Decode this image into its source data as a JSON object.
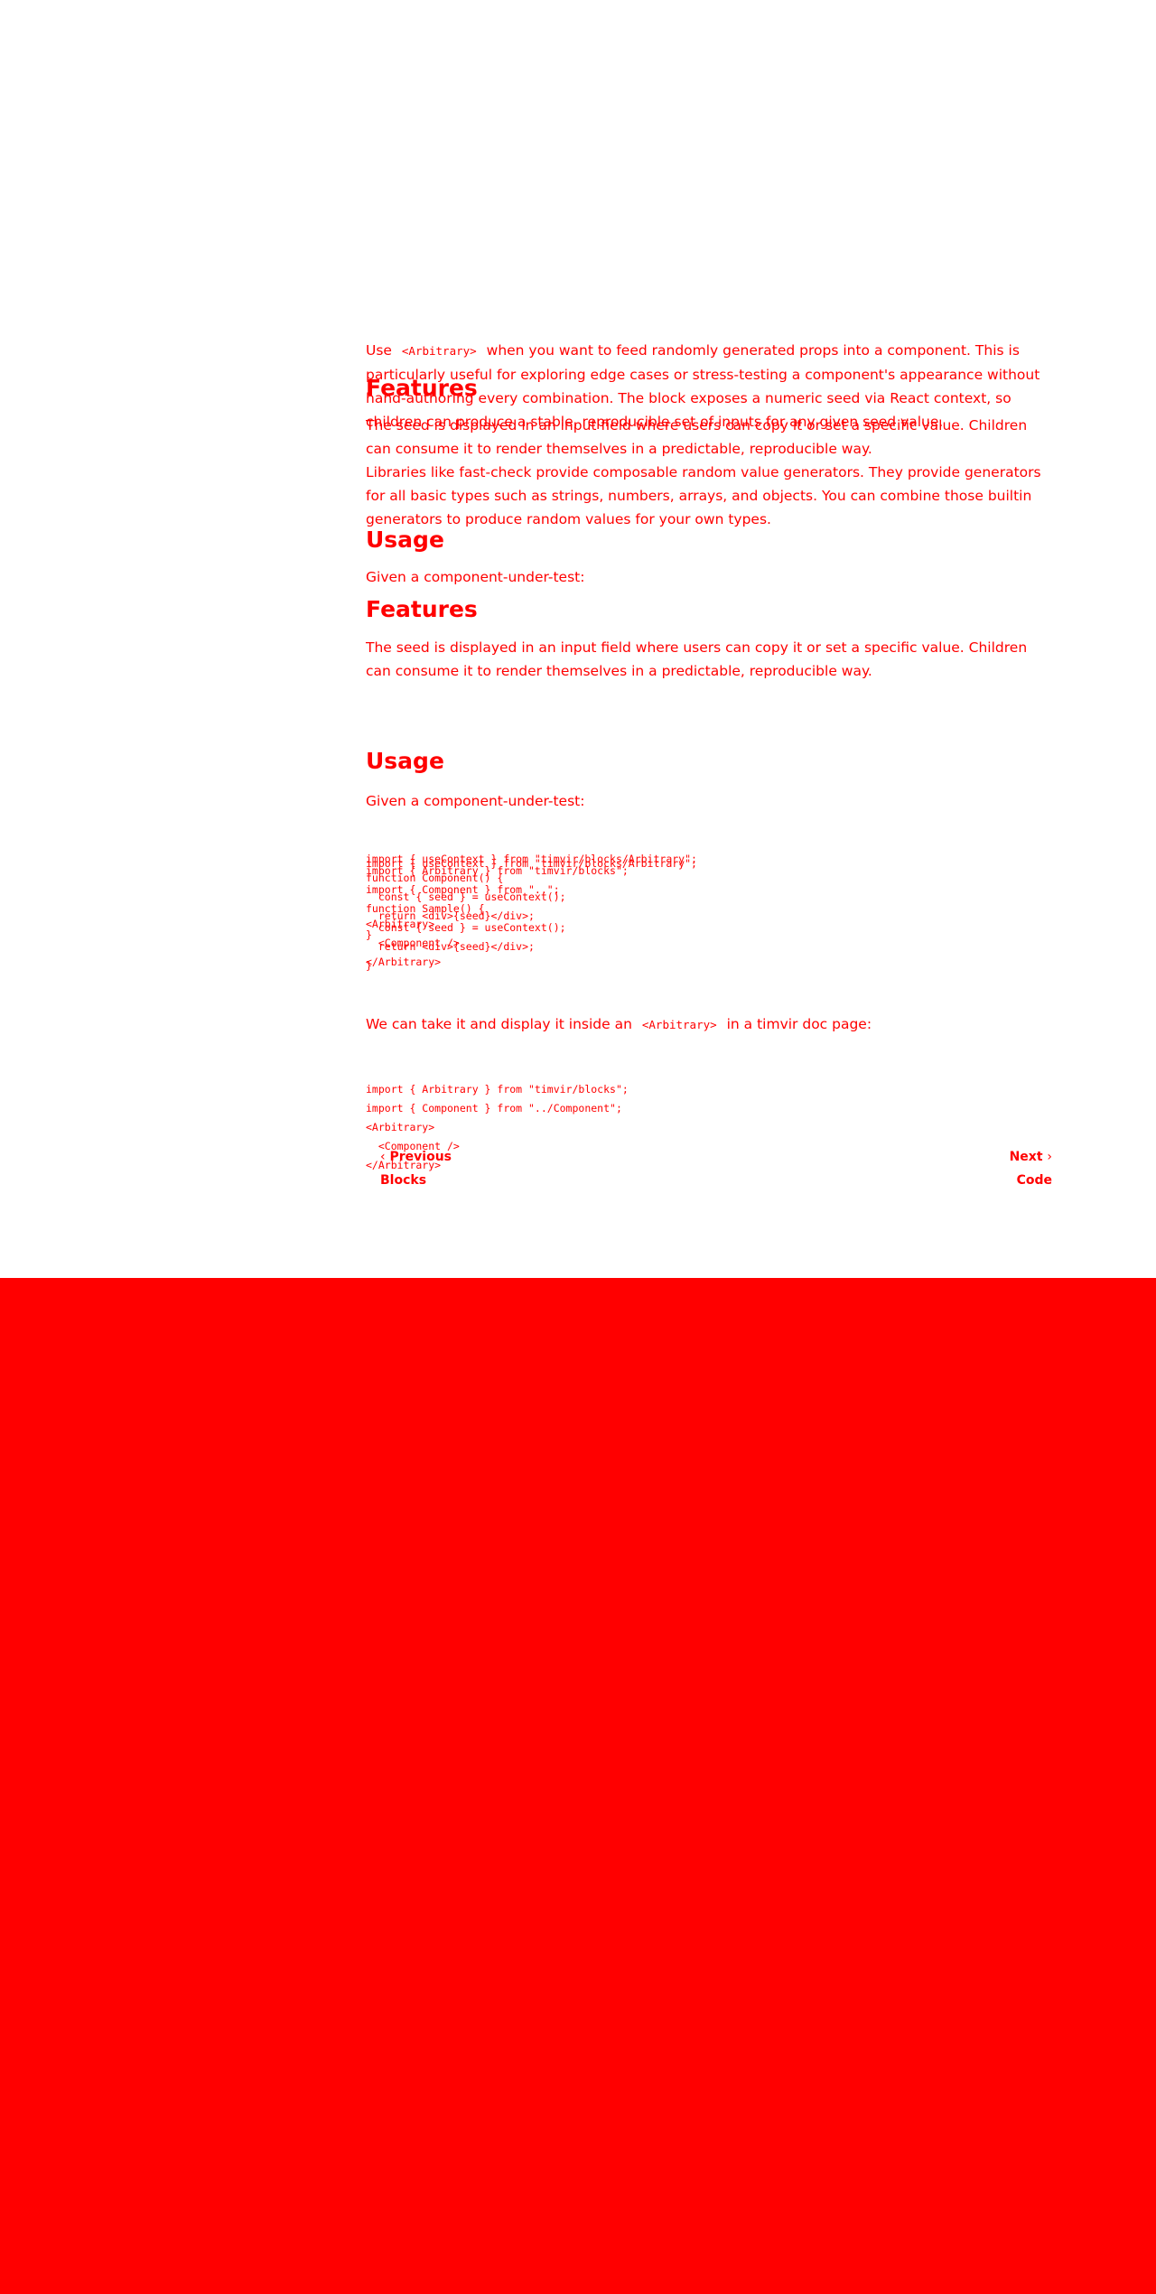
{
  "colors": {
    "text": "#ff0000",
    "background": "#ffffff",
    "band": "#ff0000"
  },
  "intro": {
    "use_word": "Use",
    "component_code": "<Arbitrary>",
    "text": "when you want to feed randomly generated props into a component. This is particularly useful for exploring edge cases or stress-testing a component's appearance without hand-authoring every combination. The block exposes a numeric seed via React context, so children can produce a stable, reproducible set of inputs for any given seed value."
  },
  "overlay": {
    "features_heading": "Features",
    "features_text": "The seed is displayed in an input field where users can copy it or set a specific value. Children can consume it to render themselves in a predictable, reproducible way.",
    "libraries_text": "Libraries like fast-check provide composable random value generators. They provide generators for all basic types such as strings, numbers, arrays, and objects. You can combine those builtin generators to produce random values for your own types.",
    "usage_heading": "Usage",
    "usage_intro": "Given a component-under-test:",
    "code1_lines": [
      "import { useContext } from \"timvir/blocks/Arbitrary\";",
      "import { Arbitrary } from \"timvir/blocks\";",
      "import { Component } from \"..\";",
      "function Sample() {",
      "  const { seed } = useContext();",
      "  return <div>{seed}</div>;",
      "}"
    ],
    "code2_lines": [
      "<Arbitrary>",
      "  <Component />",
      "</Arbitrary>"
    ]
  },
  "main": {
    "features_heading": "Features",
    "features_text": "The seed is displayed in an input field where users can copy it or set a specific value. Children can consume it to render themselves in a predictable, reproducible way.",
    "usage_heading": "Usage",
    "usage_intro": "Given a component-under-test:",
    "component_code_lines": [
      "import { useContext } from \"timvir/blocks/Arbitrary\";",
      "",
      "function Component() {",
      "  const { seed } = useContext();",
      "  return <div>{seed}</div>;",
      "}"
    ],
    "display_text_before": "We can take it and display it inside an",
    "display_code": "<Arbitrary>",
    "display_text_after": "in a timvir doc page:",
    "doc_code_lines": [
      "import { Arbitrary } from \"timvir/blocks\";",
      "import { Component } from \"../Component\";",
      "",
      "<Arbitrary>",
      "  <Component />",
      "</Arbitrary>"
    ]
  },
  "pagination": {
    "previous_arrow": "‹",
    "previous_label": "Previous",
    "previous_page": "Blocks",
    "next_label": "Next",
    "next_arrow": "›",
    "next_page": "Code"
  }
}
